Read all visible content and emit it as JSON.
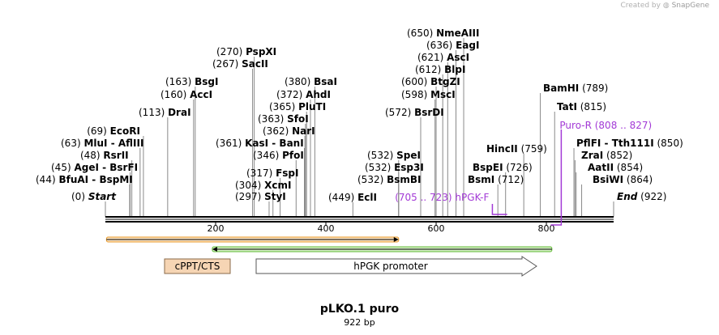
{
  "credit": {
    "prefix": "Created by",
    "brand": "SnapGene"
  },
  "map": {
    "title": "pLKO.1 puro",
    "length_label": "922 bp",
    "length": 922
  },
  "axis": {
    "ticks": [
      200,
      400,
      600,
      800
    ]
  },
  "sites": [
    {
      "name": "Start",
      "pos": "(0)",
      "bp": 0,
      "italic": true
    },
    {
      "name": "BfuAI  -  BspMI",
      "pos": "(44)",
      "bp": 44
    },
    {
      "name": "AgeI  -  BsrFI",
      "pos": "(45)",
      "bp": 45
    },
    {
      "name": "RsrII",
      "pos": "(48)",
      "bp": 48
    },
    {
      "name": "MluI  -  AflIII",
      "pos": "(63)",
      "bp": 63
    },
    {
      "name": "EcoRI",
      "pos": "(69)",
      "bp": 69
    },
    {
      "name": "DraI",
      "pos": "(113)",
      "bp": 113
    },
    {
      "name": "AccI",
      "pos": "(160)",
      "bp": 160
    },
    {
      "name": "BsgI",
      "pos": "(163)",
      "bp": 163
    },
    {
      "name": "SacII",
      "pos": "(267)",
      "bp": 267
    },
    {
      "name": "PspXI",
      "pos": "(270)",
      "bp": 270
    },
    {
      "name": "StyI",
      "pos": "(297)",
      "bp": 297
    },
    {
      "name": "XcmI",
      "pos": "(304)",
      "bp": 304
    },
    {
      "name": "FspI",
      "pos": "(317)",
      "bp": 317
    },
    {
      "name": "PfoI",
      "pos": "(346)",
      "bp": 346
    },
    {
      "name": "KasI  -  BanI",
      "pos": "(361)",
      "bp": 361
    },
    {
      "name": "NarI",
      "pos": "(362)",
      "bp": 362
    },
    {
      "name": "SfoI",
      "pos": "(363)",
      "bp": 363
    },
    {
      "name": "PluTI",
      "pos": "(365)",
      "bp": 365
    },
    {
      "name": "AhdI",
      "pos": "(372)",
      "bp": 372
    },
    {
      "name": "BsaI",
      "pos": "(380)",
      "bp": 380
    },
    {
      "name": "EclI",
      "pos": "(449)",
      "bp": 449
    },
    {
      "name": "BsmBI",
      "pos": "(532)",
      "bp": 532
    },
    {
      "name": "Esp3I",
      "pos": "(532)",
      "bp": 532
    },
    {
      "name": "SpeI",
      "pos": "(532)",
      "bp": 532
    },
    {
      "name": "BsrDI",
      "pos": "(572)",
      "bp": 572
    },
    {
      "name": "MscI",
      "pos": "(598)",
      "bp": 598
    },
    {
      "name": "BtgZI",
      "pos": "(600)",
      "bp": 600
    },
    {
      "name": "BlpI",
      "pos": "(612)",
      "bp": 612
    },
    {
      "name": "AscI",
      "pos": "(621)",
      "bp": 621
    },
    {
      "name": "EagI",
      "pos": "(636)",
      "bp": 636
    },
    {
      "name": "NmeAIII",
      "pos": "(650)",
      "bp": 650
    },
    {
      "name": "BsmI",
      "pos": "(712)",
      "bp": 712
    },
    {
      "name": "BspEI",
      "pos": "(726)",
      "bp": 726
    },
    {
      "name": "HincII",
      "pos": "(759)",
      "bp": 759
    },
    {
      "name": "TatI",
      "pos": "(815)",
      "bp": 815
    },
    {
      "name": "BamHI",
      "pos": "(789)",
      "bp": 789
    },
    {
      "name": "PflFI  -  Tth111I",
      "pos": "(850)",
      "bp": 850
    },
    {
      "name": "ZraI",
      "pos": "(852)",
      "bp": 852
    },
    {
      "name": "AatII",
      "pos": "(854)",
      "bp": 854
    },
    {
      "name": "BsiWI",
      "pos": "(864)",
      "bp": 864
    },
    {
      "name": "End",
      "pos": "(922)",
      "bp": 922,
      "italic": true
    }
  ],
  "primers": [
    {
      "name": "hPGK-F",
      "pos": "(705 .. 723)",
      "start": 705,
      "end": 723
    },
    {
      "name": "Puro-R",
      "pos": "(808 .. 827)",
      "start": 808,
      "end": 827
    }
  ],
  "features": [
    {
      "name": "cPPT/CTS",
      "start": 2,
      "end": 120,
      "color": "#f6d5b4"
    },
    {
      "name": "hPGK promoter",
      "start": 276,
      "end": 792,
      "color": "#ffffff"
    }
  ],
  "colors": {
    "backbone": "#000000",
    "forward_track": "#e89a2a",
    "reverse_track": "#5fb934",
    "primer": "#a33ad6"
  }
}
